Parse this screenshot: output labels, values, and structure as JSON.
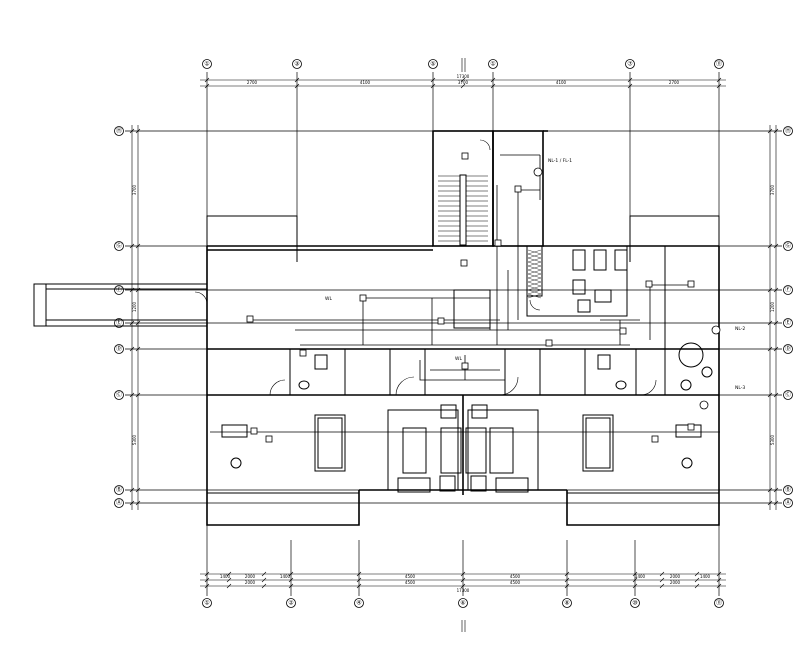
{
  "grid": {
    "top_axes": [
      "①",
      "③",
      "⑤",
      "①",
      "⑦",
      "⑪"
    ],
    "bottom_axes": [
      "①",
      "②",
      "④",
      "⑥",
      "⑧",
      "⑩",
      "⑪"
    ],
    "left_axes": [
      "Ⓗ",
      "Ⓖ",
      "Ⓕ",
      "Ⓔ",
      "Ⓓ",
      "Ⓒ",
      "Ⓑ",
      "Ⓐ"
    ],
    "right_axes": [
      "Ⓗ",
      "Ⓖ",
      "Ⓕ",
      "Ⓔ",
      "Ⓓ",
      "Ⓒ",
      "Ⓑ",
      "Ⓐ"
    ]
  },
  "dimensions": {
    "top_segments": [
      "2700",
      "4100",
      "3700",
      "4100",
      "2700"
    ],
    "top_overall": "17300",
    "bottom_segments": [
      "1400",
      "2000",
      "1400",
      "4500",
      "4500",
      "1400",
      "2000",
      "1400"
    ],
    "bottom_mid": [
      "2000",
      "4500",
      "4500",
      "2000"
    ],
    "bottom_overall": "17300",
    "left_segments": [
      "3700",
      "1200",
      "5300"
    ],
    "right_segments": [
      "3700",
      "1200",
      "5300"
    ]
  },
  "notes": {
    "riser_top": "NL-1 / FL-1",
    "riser_mid_right": "NL-2",
    "riser_low_right": "NL-3",
    "room_left": "WL",
    "room_mid": "WL"
  },
  "colors": {
    "line": "#000000",
    "background": "#ffffff"
  }
}
